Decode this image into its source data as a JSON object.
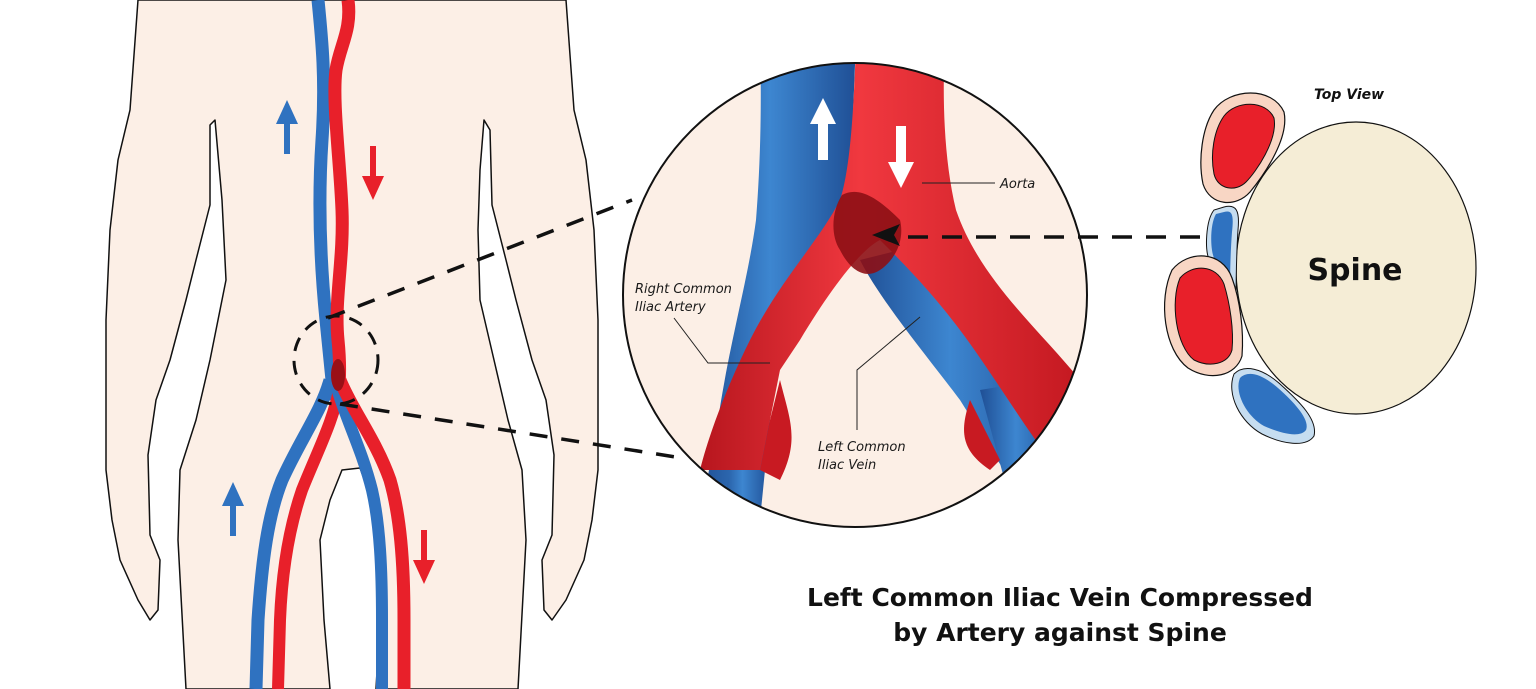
{
  "title": {
    "line1": "Left Common Iliac Vein Compressed",
    "line2": "by Artery against Spine"
  },
  "zoom_view": {
    "labels": {
      "aorta": "Aorta",
      "right_artery_line1": "Right Common",
      "right_artery_line2": "Iliac Artery",
      "left_vein_line1": "Left Common",
      "left_vein_line2": "Iliac Vein"
    }
  },
  "top_view": {
    "heading": "Top View",
    "spine_label": "Spine"
  },
  "icons": {
    "vein_flow_arrow": "arrow-up-icon",
    "artery_flow_arrow": "arrow-down-icon",
    "pointer_arrow": "arrow-left-icon"
  },
  "colors": {
    "skin": "#fcefe6",
    "outline": "#111111",
    "artery_red": "#e8202a",
    "artery_dark": "#a8141b",
    "vein_blue": "#2f72c0",
    "vein_dark": "#1f4f95",
    "spine_fill": "#f5edd6",
    "artery_sheath": "#f8d6c4",
    "vein_sheath": "#c6ddf0"
  }
}
